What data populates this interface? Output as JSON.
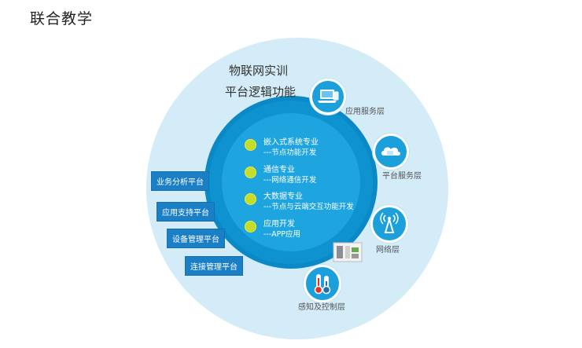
{
  "page": {
    "title": "联合教学"
  },
  "diagram": {
    "center_title_line1": "物联网实训",
    "center_title_line2": "平台逻辑功能",
    "items": [
      {
        "title": "嵌入式系统专业",
        "subtitle": "---节点功能开发"
      },
      {
        "title": "通信专业",
        "subtitle": "---网络通信开发"
      },
      {
        "title": "大数据专业",
        "subtitle": "---节点与云端交互功能开发"
      },
      {
        "title": "应用开发",
        "subtitle": "---APP应用"
      }
    ],
    "layers": [
      {
        "label": "应用服务层",
        "icon": "laptop-icon"
      },
      {
        "label": "平台服务层",
        "icon": "cloud-icon"
      },
      {
        "label": "网络层",
        "icon": "antenna-icon"
      },
      {
        "label": "感知及控制层",
        "icon": "thermometer-icon"
      }
    ],
    "platforms": [
      {
        "label": "业务分析平台"
      },
      {
        "label": "应用支持平台"
      },
      {
        "label": "设备管理平台"
      },
      {
        "label": "连接管理平台"
      }
    ],
    "colors": {
      "outer_circle": "#d3ecf8",
      "ring": "#0b89c7",
      "inner_circle": "#1ea4df",
      "bullet": "#c5dc2b",
      "platform_box": "#1b7fc6"
    }
  }
}
